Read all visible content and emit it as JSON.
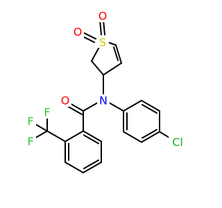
{
  "colors": {
    "background": "#ffffff",
    "bond": "#000000",
    "oxygen": "#ff0000",
    "sulfur": "#cccc00",
    "nitrogen": "#0000ff",
    "fluorine": "#33cc33",
    "chlorine": "#1fa81f"
  },
  "labels": {
    "sulfur": "S",
    "sulfone_o_top": "O",
    "sulfone_o_left": "O",
    "carbonyl_o": "O",
    "amide_n": "N",
    "chlorine": "Cl",
    "fluorine_1": "F",
    "fluorine_2": "F",
    "fluorine_3": "F"
  }
}
